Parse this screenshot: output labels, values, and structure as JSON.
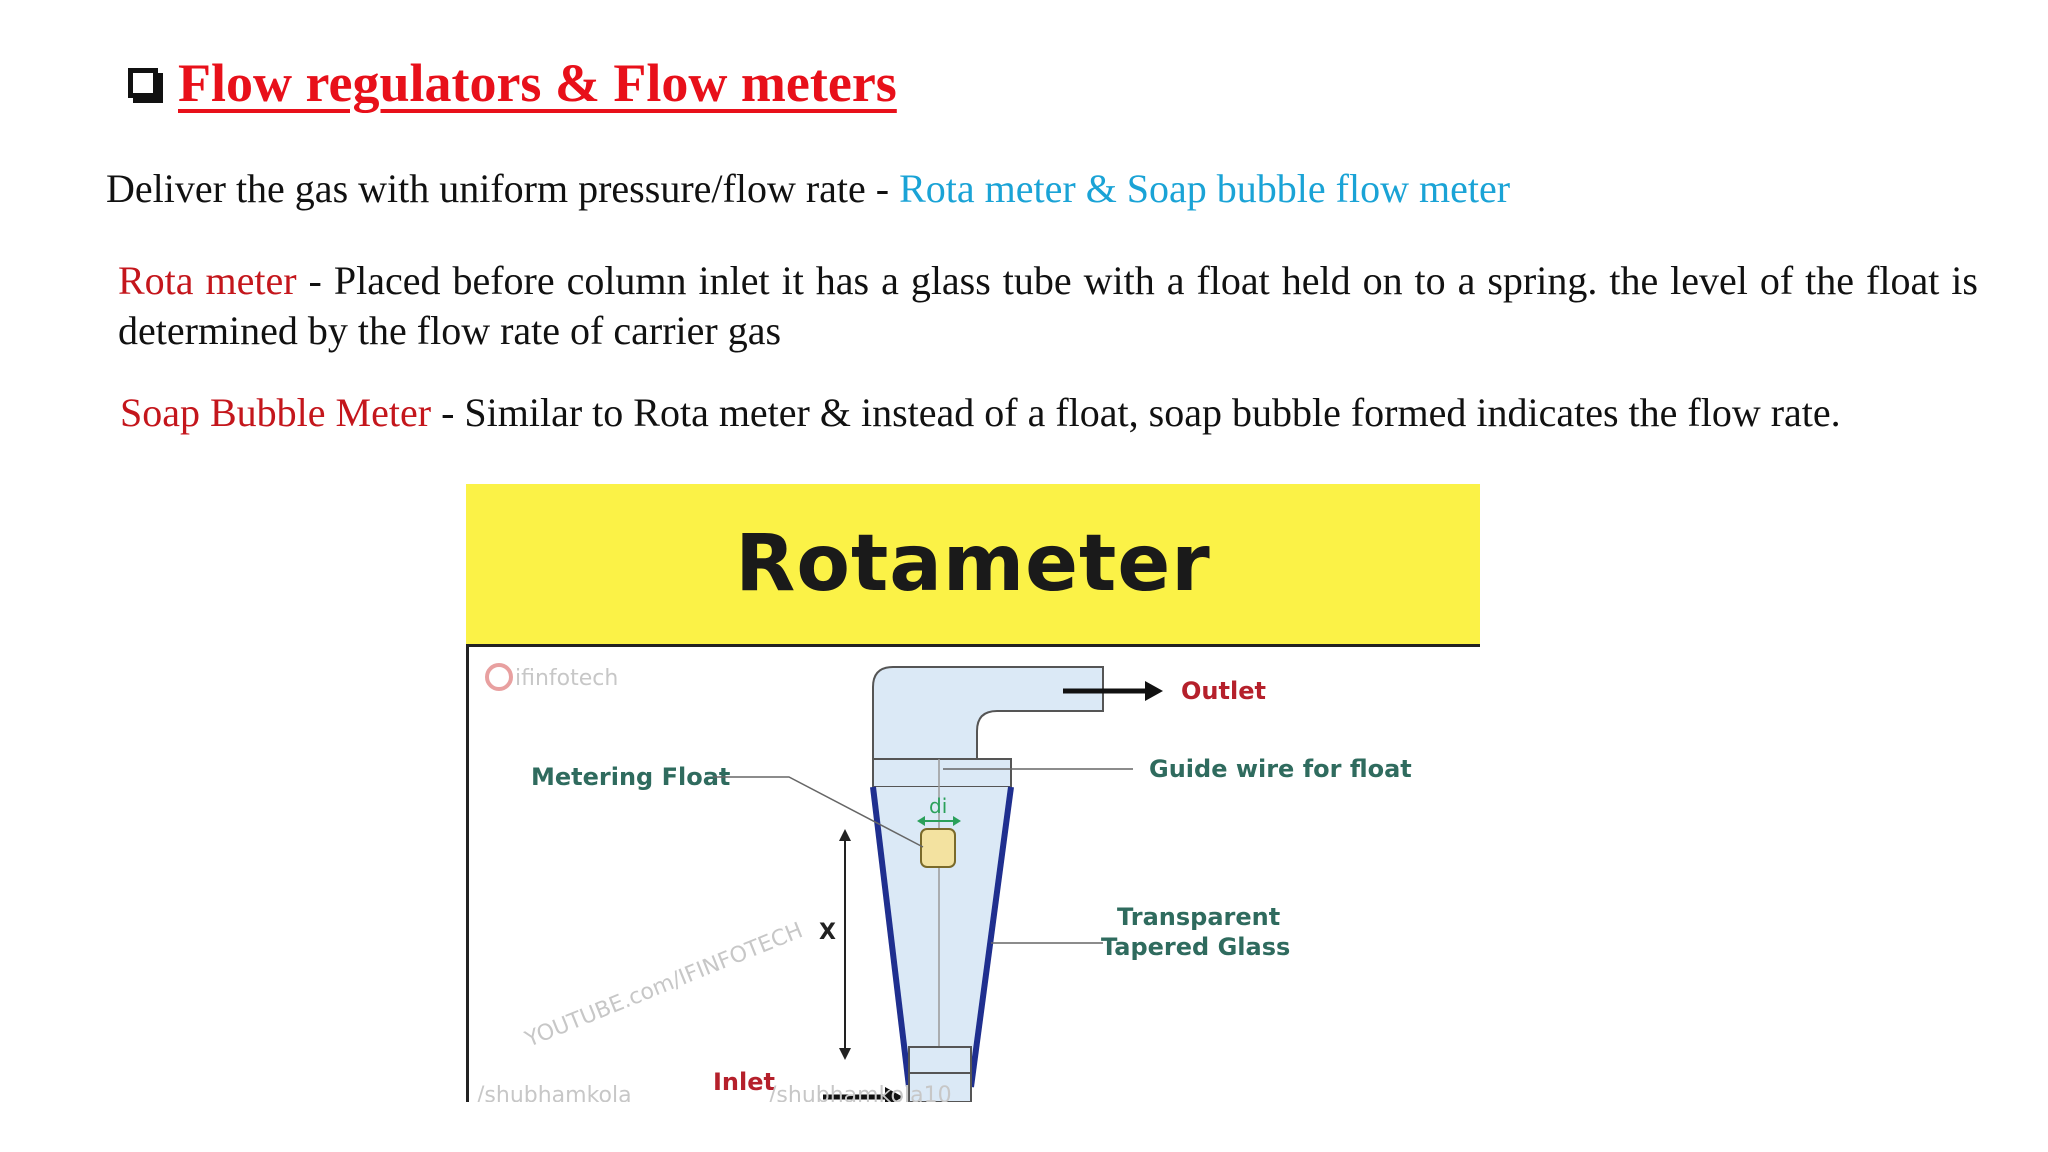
{
  "slide": {
    "title": "Flow regulators & Flow meters",
    "intro_text": "Deliver the gas with uniform pressure/flow rate - ",
    "intro_highlight": "Rota meter & Soap bubble flow meter",
    "rota_term": "Rota meter",
    "rota_desc": " - Placed before column inlet it has a glass tube with a float held on to a spring. the level of the float is determined by the flow rate of carrier gas",
    "soap_term": "Soap Bubble Meter",
    "soap_desc": " - Similar to Rota meter & instead of a float, soap bubble formed indicates the flow rate."
  },
  "figure": {
    "header": "Rotameter",
    "labels": {
      "outlet": "Outlet",
      "guide_wire": "Guide wire for float",
      "metering_float": "Metering Float",
      "diameter": "di",
      "height": "X",
      "transparent_line1": "Transparent",
      "transparent_line2": "Tapered Glass",
      "inlet": "Inlet"
    },
    "watermarks": {
      "top": "ifinfotech",
      "diag1": "YOUTUBE.com/IFINFOTECH",
      "bottom_left": "/shubhamkola",
      "bottom_right": "/shubhamkola10"
    },
    "colors": {
      "header_bg": "#fbf247",
      "glass_edge": "#1f2f8f",
      "label": "#2f6b5e",
      "accent_red": "#b5202b"
    }
  },
  "colors": {
    "title": "#e8101a",
    "highlight": "#1aa3d6",
    "term": "#c4161c"
  }
}
